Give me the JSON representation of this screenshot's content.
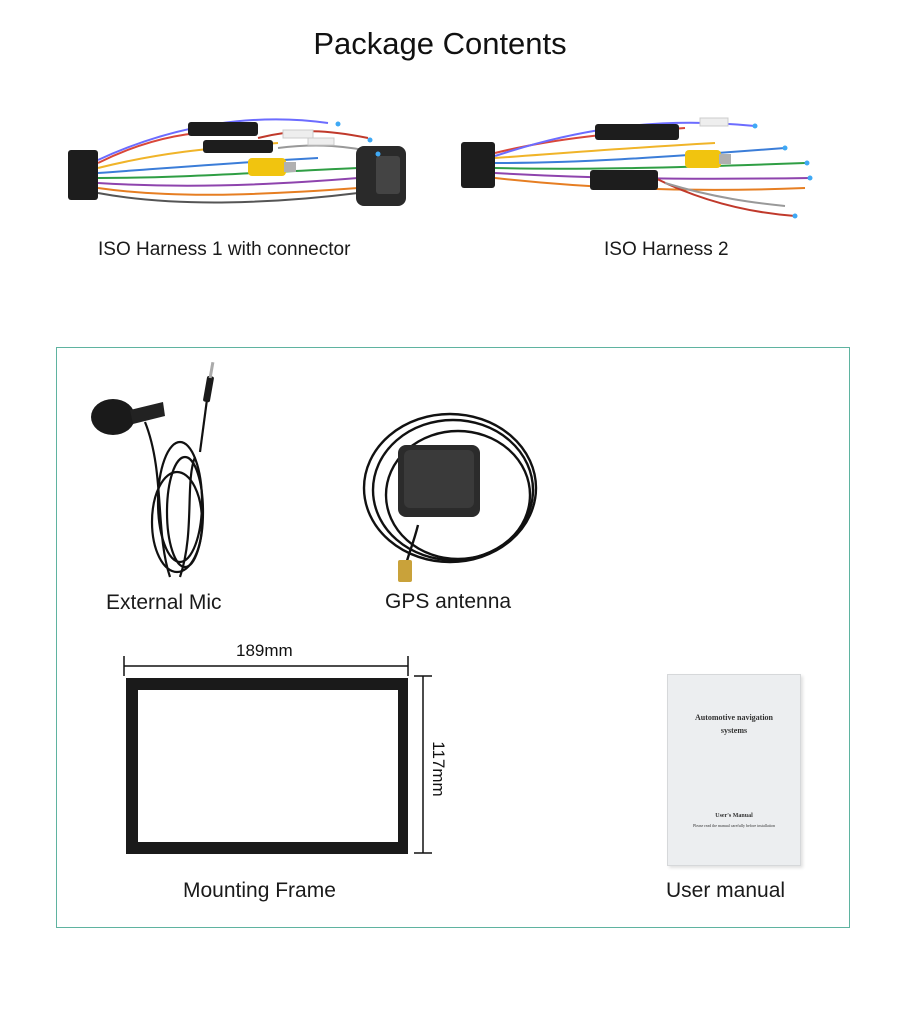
{
  "page_title": "Package Contents",
  "items": {
    "iso_harness_1": {
      "label": "ISO Harness 1 with connector"
    },
    "iso_harness_2": {
      "label": "ISO Harness 2"
    },
    "external_mic": {
      "label": "External Mic"
    },
    "gps_antenna": {
      "label": "GPS antenna"
    },
    "mounting_frame": {
      "label": "Mounting Frame",
      "width_label": "189mm",
      "height_label": "117mm"
    },
    "user_manual": {
      "label": "User manual",
      "cover_title": "Automotive navigation systems",
      "cover_subtitle": "User's Manual",
      "cover_note": "Please read the manual carefully before installation"
    }
  },
  "colors": {
    "box_border": "#5fb3a0",
    "frame": "#1a1a1a"
  }
}
